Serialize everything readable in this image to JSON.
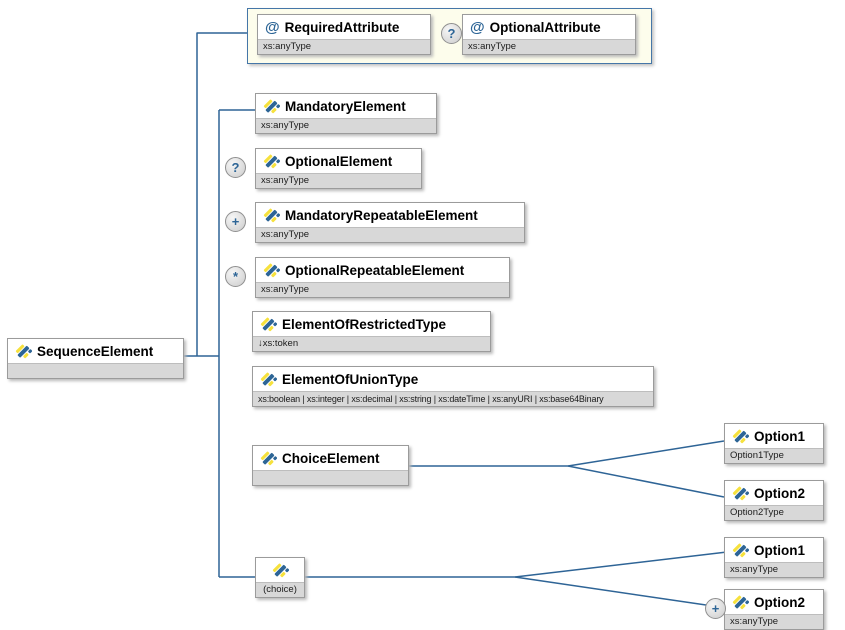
{
  "nodes": {
    "sequence_element": {
      "label": "SequenceElement",
      "type": ""
    },
    "required_attribute": {
      "prefix": "@",
      "label": "RequiredAttribute",
      "type": "xs:anyType"
    },
    "optional_attribute": {
      "prefix": "@",
      "label": "OptionalAttribute",
      "type": "xs:anyType",
      "badge": "?"
    },
    "mandatory_element": {
      "label": "MandatoryElement",
      "type": "xs:anyType"
    },
    "optional_element": {
      "label": "OptionalElement",
      "type": "xs:anyType",
      "badge": "?"
    },
    "mandatory_repeatable_element": {
      "label": "MandatoryRepeatableElement",
      "type": "xs:anyType",
      "badge": "+"
    },
    "optional_repeatable_element": {
      "label": "OptionalRepeatableElement",
      "type": "xs:anyType",
      "badge": "*"
    },
    "element_of_restricted_type": {
      "label": "ElementOfRestrictedType",
      "type": "↓xs:token"
    },
    "element_of_union_type": {
      "label": "ElementOfUnionType",
      "type": "xs:boolean | xs:integer | xs:decimal | xs:string | xs:dateTime | xs:anyURI | xs:base64Binary"
    },
    "choice_element": {
      "label": "ChoiceElement",
      "type": ""
    },
    "choice_compositor": {
      "caption": "(choice)"
    },
    "choice_option1": {
      "label": "Option1",
      "type": "Option1Type"
    },
    "choice_option2": {
      "label": "Option2",
      "type": "Option2Type"
    },
    "group_option1": {
      "label": "Option1",
      "type": "xs:anyType"
    },
    "group_option2": {
      "label": "Option2",
      "type": "xs:anyType",
      "badge": "+"
    }
  },
  "colors": {
    "connector": "#2e6496",
    "box_border": "#9b9b9b",
    "strip_background": "#d8d8d8",
    "attribute_group_background": "#fdfdec",
    "attribute_group_border": "#4576a8",
    "icon_yellow": "#f6e13d",
    "icon_blue": "#2d6596",
    "badge_symbol": "#2d6596"
  }
}
